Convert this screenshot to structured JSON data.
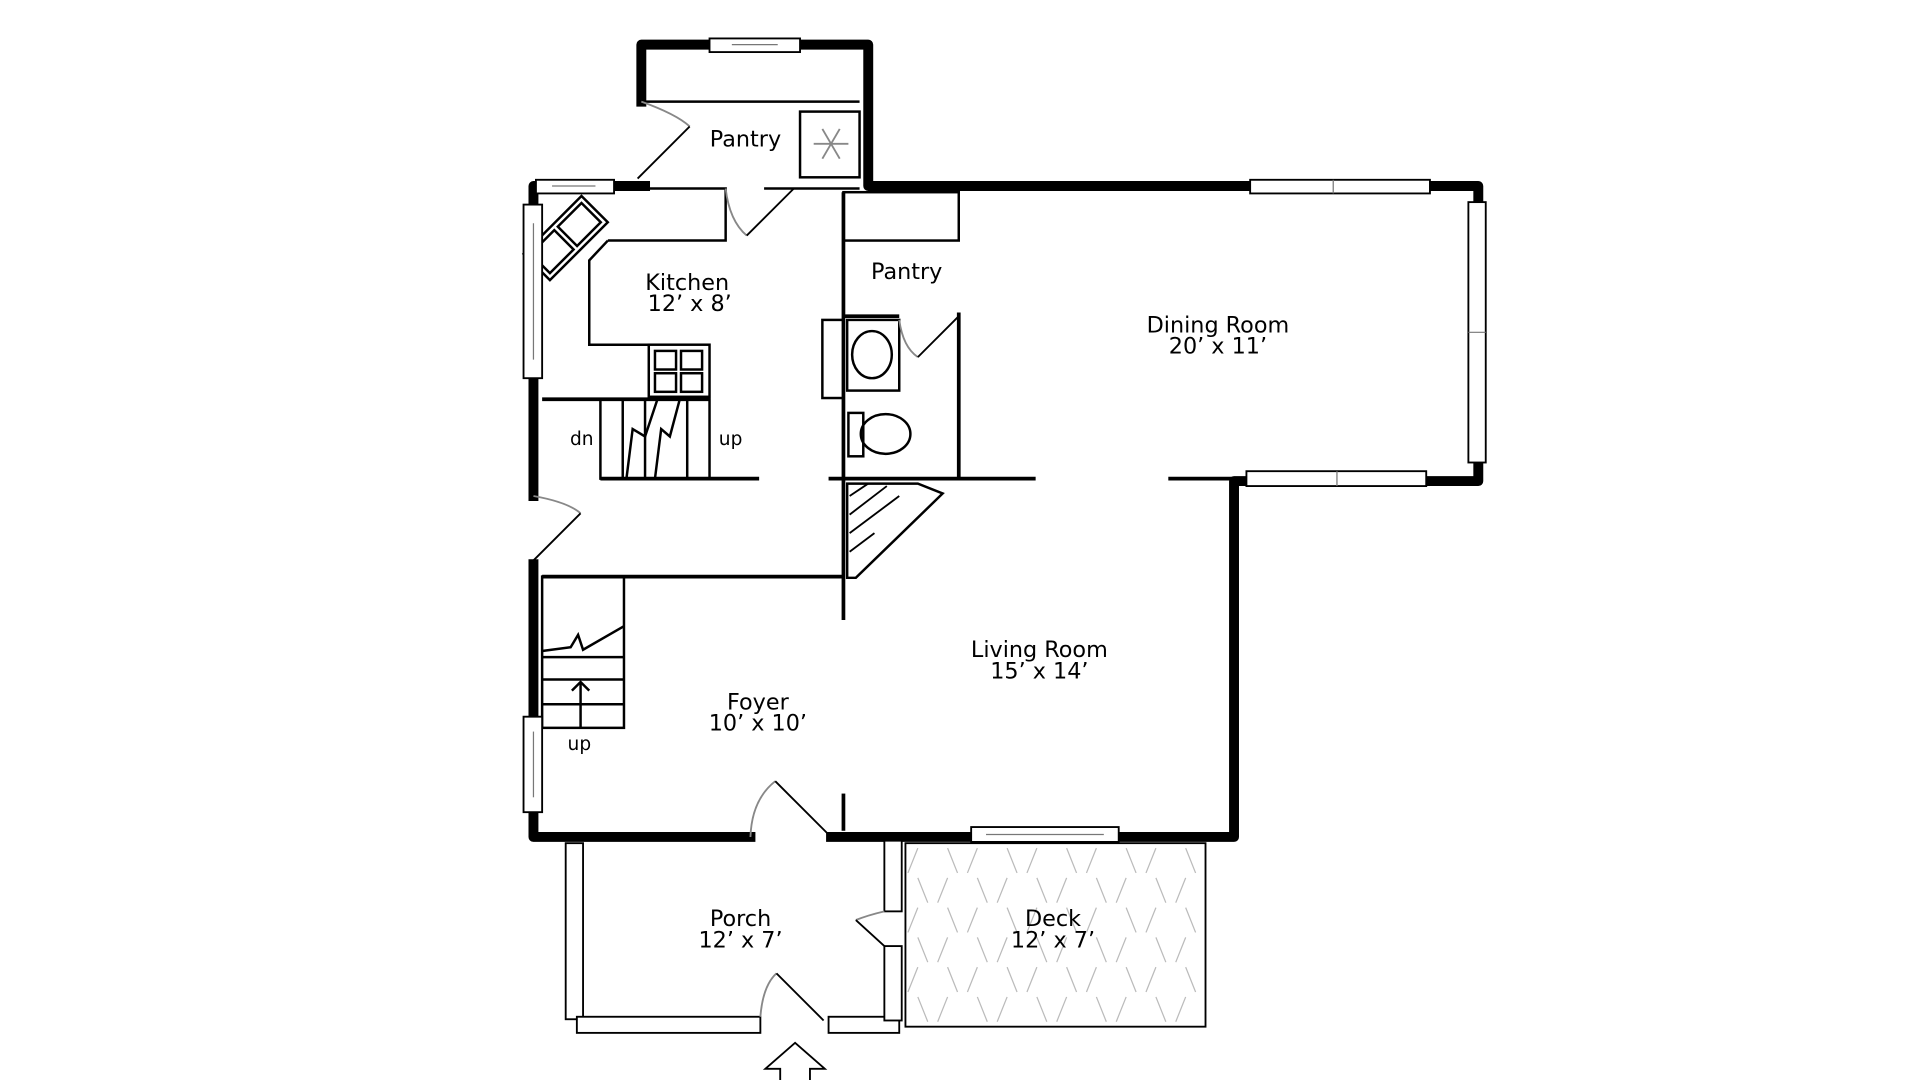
{
  "rooms": {
    "pantry_upper": {
      "name": "Pantry"
    },
    "pantry_lower": {
      "name": "Pantry"
    },
    "kitchen": {
      "name": "Kitchen",
      "size": "12’ x 8’"
    },
    "dining": {
      "name": "Dining Room",
      "size": "20’ x 11’"
    },
    "living": {
      "name": "Living Room",
      "size": "15’ x 14’"
    },
    "foyer": {
      "name": "Foyer",
      "size": "10’ x 10’"
    },
    "porch": {
      "name": "Porch",
      "size": "12’ x 7’"
    },
    "deck": {
      "name": "Deck",
      "size": "12’ x 7’"
    }
  },
  "stairs": {
    "kitchen_down": "dn",
    "kitchen_up": "up",
    "foyer_up": "up"
  },
  "colors": {
    "wall": "#000000",
    "background": "#ffffff",
    "hatch": "#bbbbbb",
    "door_swing": "#888888"
  }
}
